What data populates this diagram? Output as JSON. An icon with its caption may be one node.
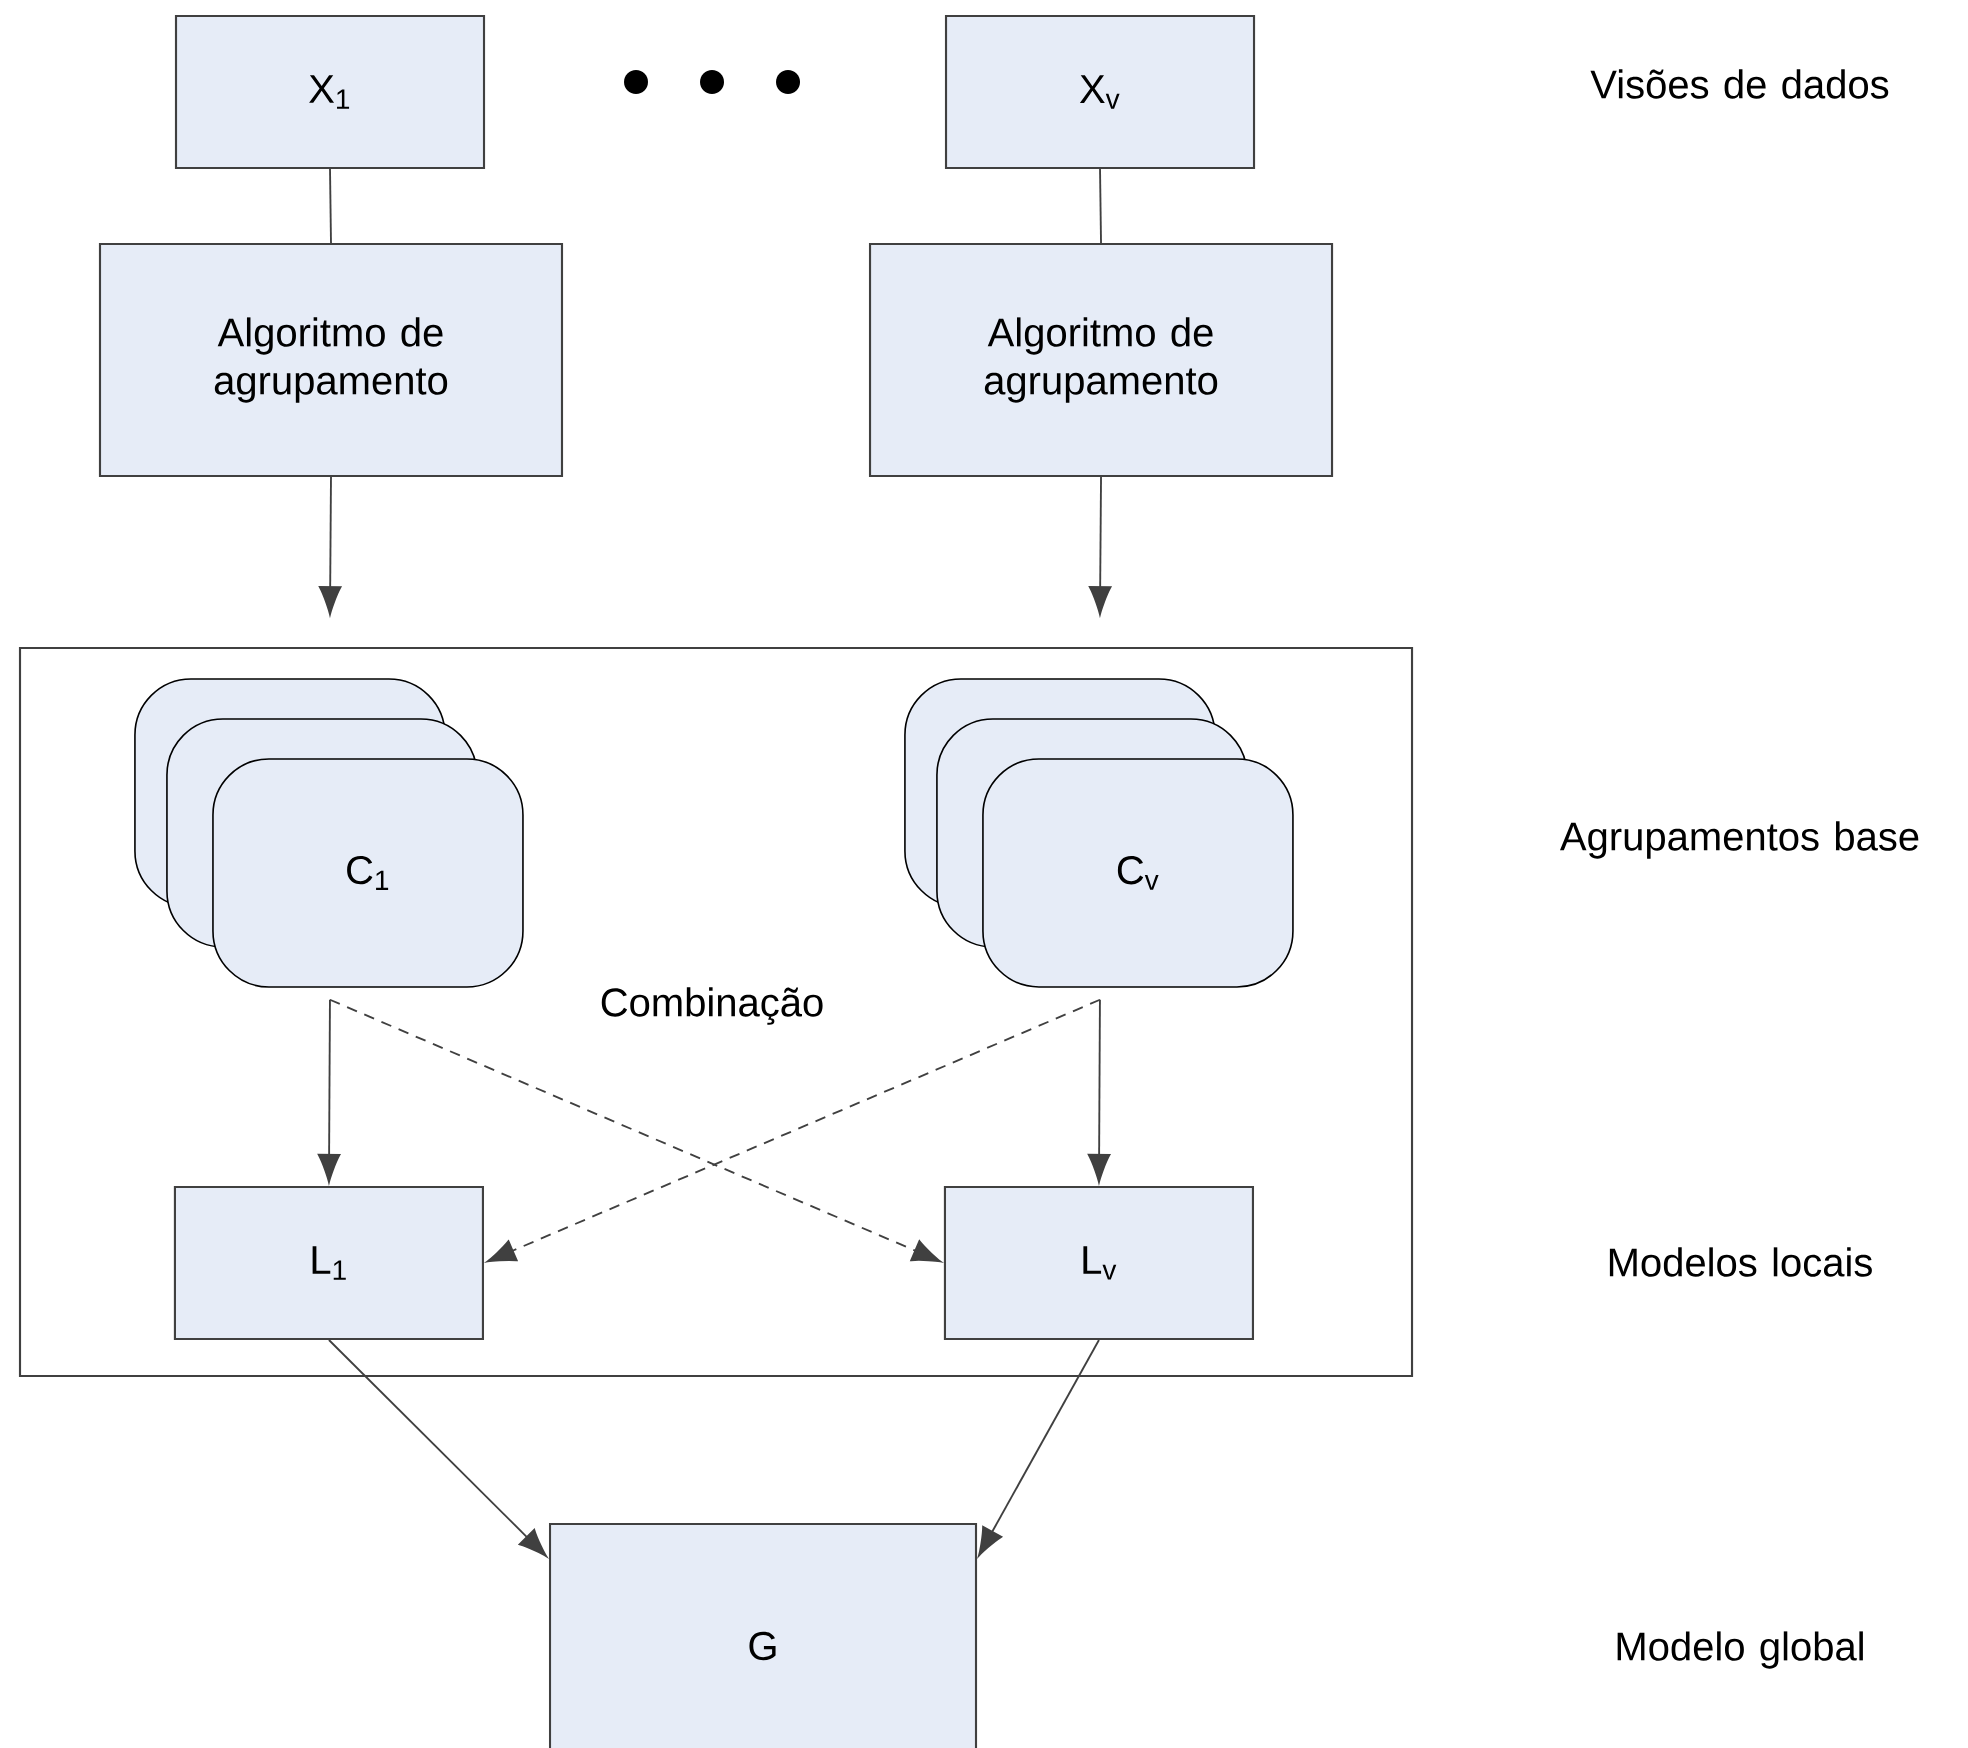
{
  "diagram": {
    "nodes": [
      {
        "text": [
          "X$_{1}$"
        ]
      },
      {
        "text": [
          "X$_{v}$"
        ]
      },
      {
        "text": [
          "Algoritmo de agrupamento"
        ]
      },
      {
        "text": [
          "Algoritmo de agrupamento"
        ]
      },
      {
        "text": [],
        "shape": "box"
      },
      {
        "text": [
          "C$_{1}$"
        ],
        "in": 4
      },
      {
        "text": [
          "C$_{v}$"
        ],
        "in": 4
      },
      {
        "text": [
          "L$_{1}$"
        ],
        "in": 4
      },
      {
        "text": [
          "L$_{v}$"
        ],
        "in": 4
      },
      {
        "text": [
          "G"
        ]
      }
    ],
    "edges": [
      {
        "from": 0,
        "to": 2,
        "arrow": "none"
      },
      {
        "from": 1,
        "to": 3,
        "arrow": "none"
      },
      {
        "from": 2,
        "to": 5,
        "arrow": "to"
      },
      {
        "from": 3,
        "to": 6,
        "arrow": "to"
      },
      {
        "from": 5,
        "to": 7,
        "arrow": "to"
      },
      {
        "from": 6,
        "to": 8,
        "arrow": "to"
      },
      {
        "from": 5,
        "to": 8,
        "arrow": "to",
        "style": "dashed"
      },
      {
        "from": 6,
        "to": 7,
        "arrow": "to",
        "style": "dashed"
      },
      {
        "from": 7,
        "to": 9,
        "arrow": "to"
      },
      {
        "from": 8,
        "to": 9,
        "arrow": "to"
      }
    ],
    "labels": [
      "Visões de dados",
      "Agrupamentos base",
      "Combinação",
      "Modelos locais",
      "Modelo global"
    ]
  }
}
